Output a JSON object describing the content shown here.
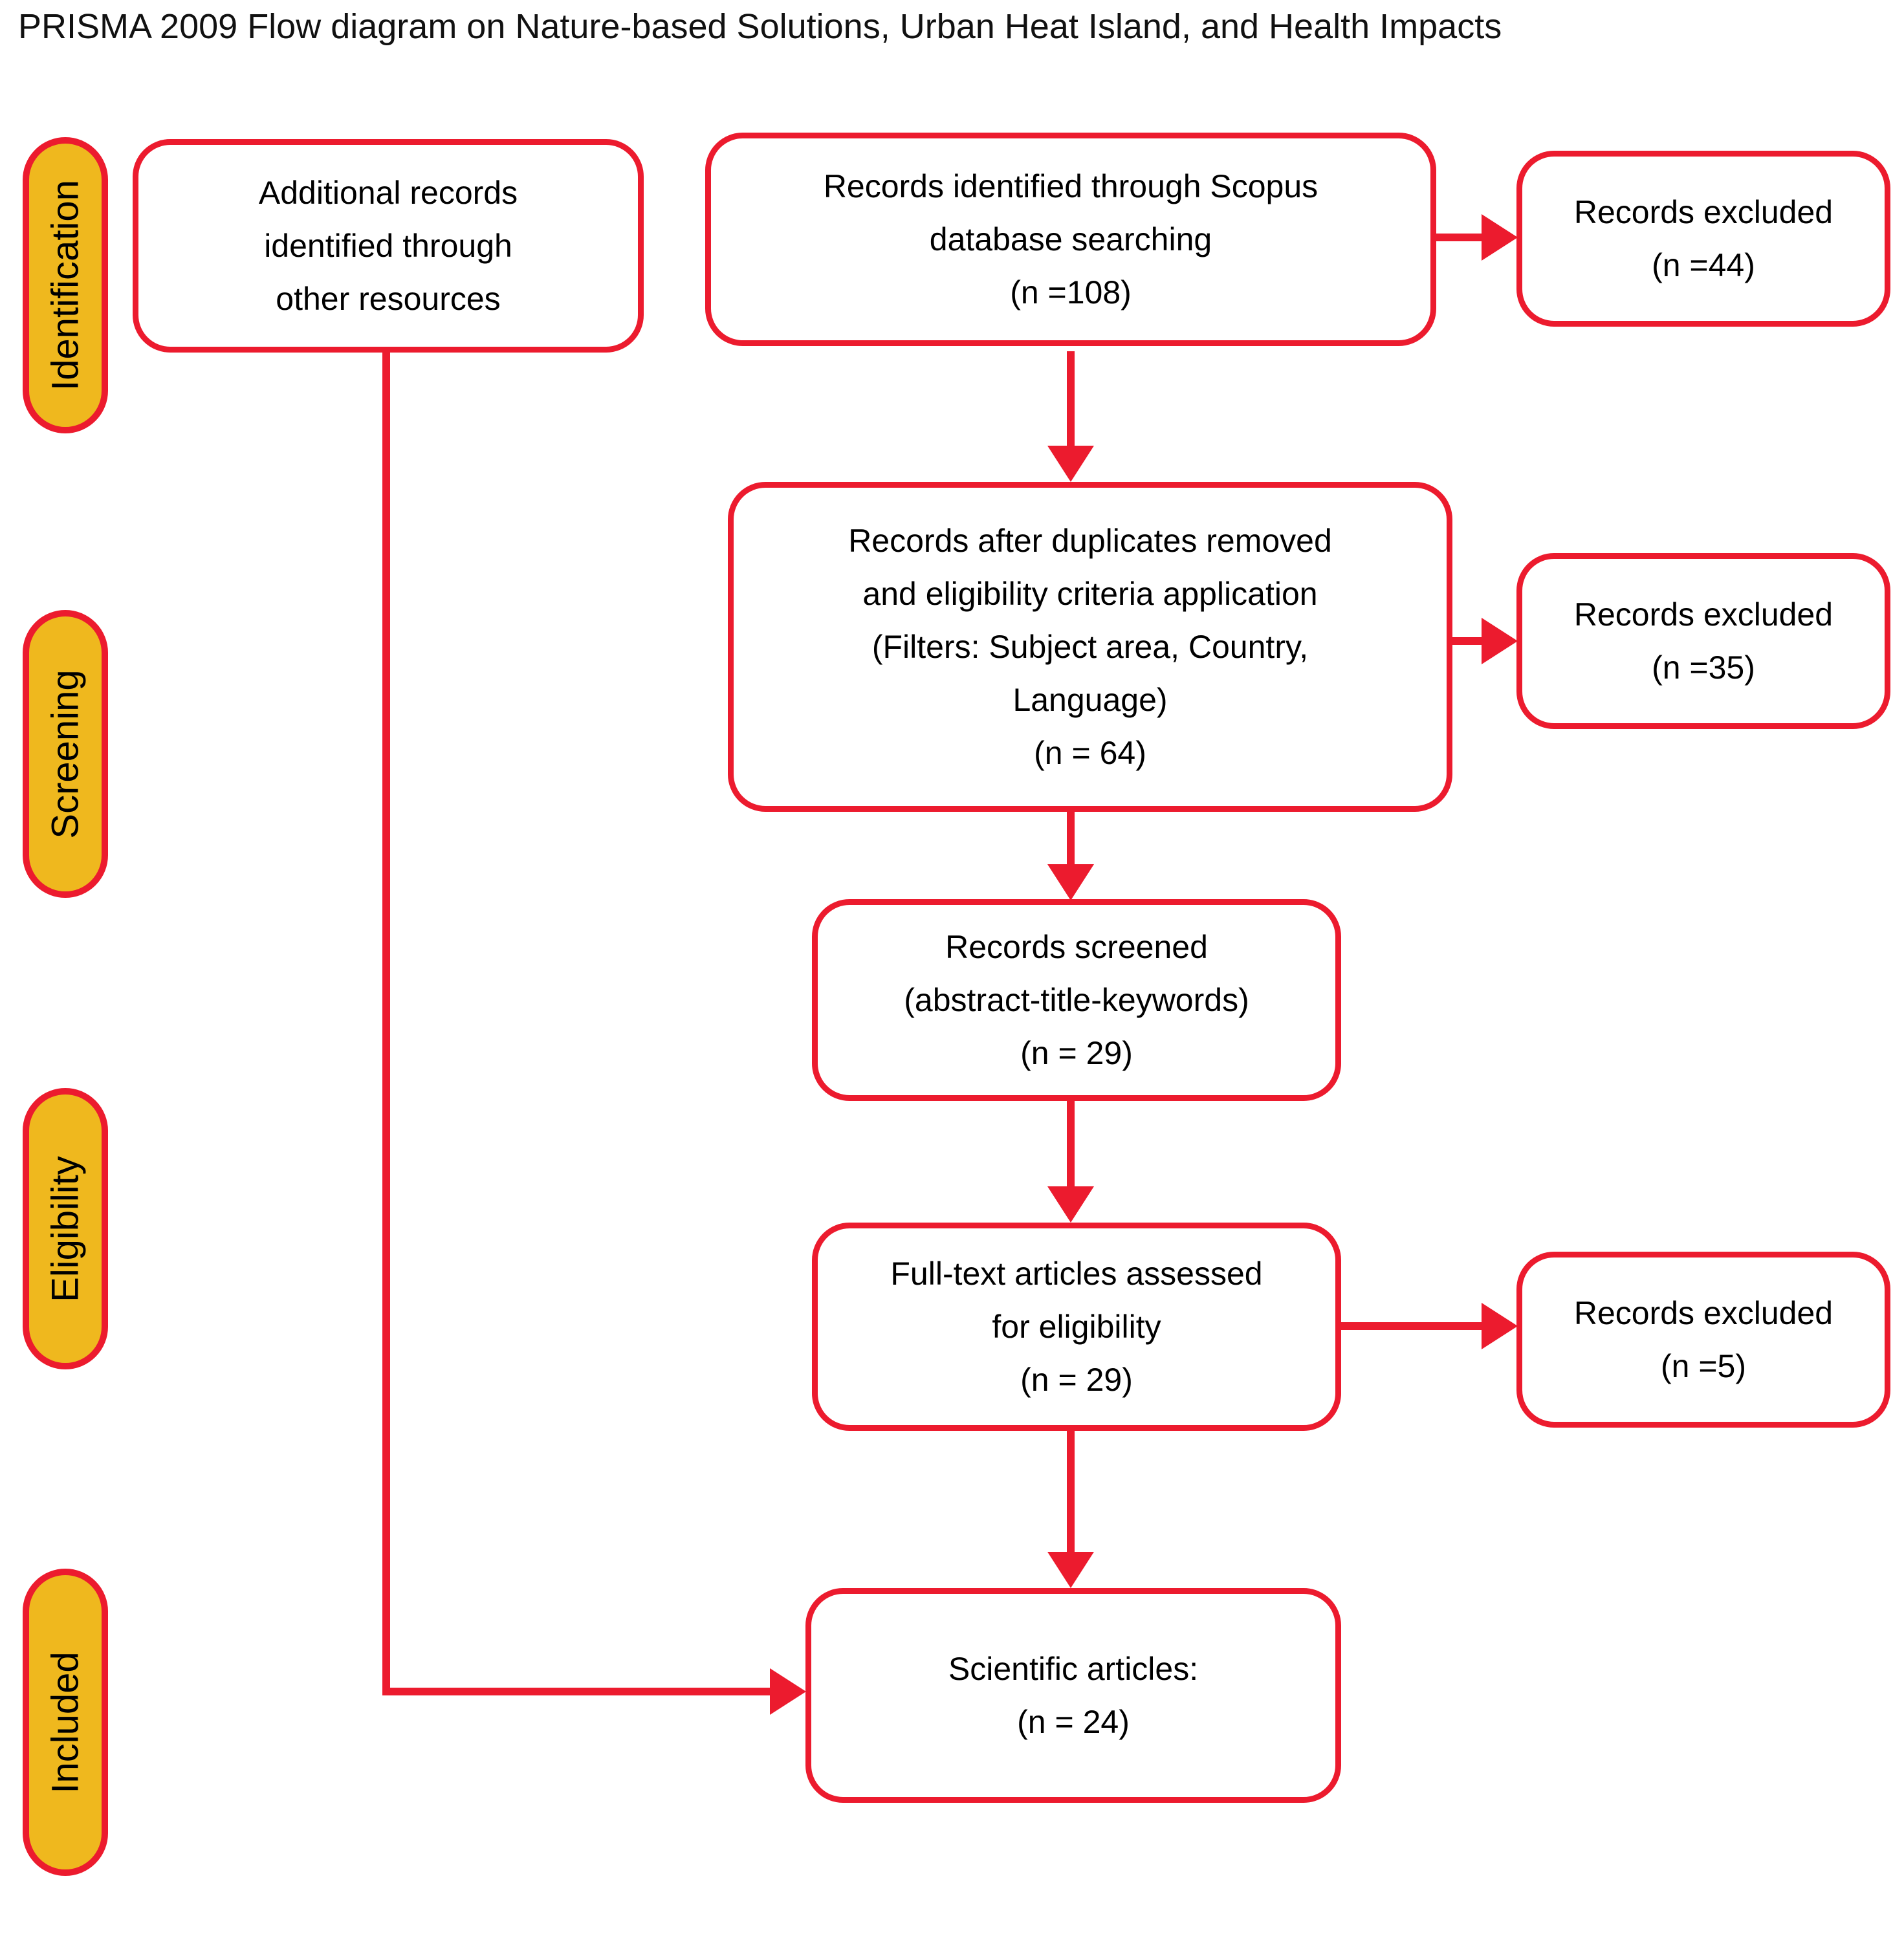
{
  "title": "PRISMA 2009 Flow diagram on Nature-based Solutions, Urban Heat Island, and Health Impacts",
  "colors": {
    "accent_red": "#EC1B2E",
    "stage_yellow": "#EFB81E",
    "text": "#111111",
    "box_fill": "#FFFFFF"
  },
  "stages": [
    {
      "label": "Identification"
    },
    {
      "label": "Screening"
    },
    {
      "label": "Eligibility"
    },
    {
      "label": "Included"
    }
  ],
  "boxes": {
    "additional_records": {
      "lines": [
        "Additional records",
        "identified through",
        "other resources"
      ]
    },
    "scopus_search": {
      "lines": [
        "Records identified through Scopus",
        "database searching",
        "(n =108)"
      ]
    },
    "excluded_identification": {
      "lines": [
        "Records excluded",
        "(n =44)"
      ]
    },
    "after_duplicates": {
      "lines": [
        "Records after duplicates removed",
        "and eligibility criteria application",
        "(Filters: Subject area, Country,",
        "Language)",
        "(n = 64)"
      ]
    },
    "excluded_screening": {
      "lines": [
        "Records excluded",
        "(n =35)"
      ]
    },
    "records_screened": {
      "lines": [
        "Records screened",
        "(abstract-title-keywords)",
        "(n = 29)"
      ]
    },
    "fulltext_assessed": {
      "lines": [
        "Full-text articles assessed",
        "for eligibility",
        "(n = 29)"
      ]
    },
    "excluded_eligibility": {
      "lines": [
        "Records excluded",
        "(n =5)"
      ]
    },
    "included_articles": {
      "lines": [
        "Scientific articles:",
        "(n = 24)"
      ]
    }
  }
}
